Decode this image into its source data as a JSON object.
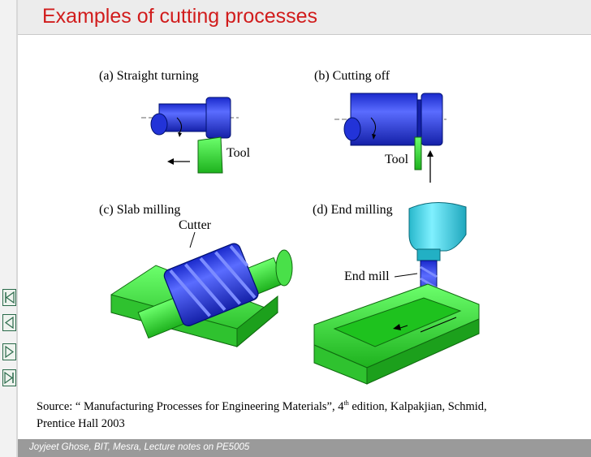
{
  "slide": {
    "title": "Examples of cutting processes"
  },
  "figure": {
    "panels": [
      {
        "label": "(a) Straight turning",
        "tool_label": "Tool"
      },
      {
        "label": "(b) Cutting off",
        "tool_label": "Tool"
      },
      {
        "label": "(c) Slab milling",
        "tool_label": "Cutter"
      },
      {
        "label": "(d) End milling",
        "tool_label": "End mill"
      }
    ]
  },
  "source": {
    "prefix": "Source: “ Manufacturing  Processes for Engineering Materials”, 4",
    "superscript": "th",
    "suffix": " edition, Kalpakjian, Schmid,",
    "line2": "Prentice Hall 2003"
  },
  "footer": {
    "text": "Joyjeet Ghose, BIT, Mesra,  Lecture notes on  PE5005"
  },
  "nav": {
    "buttons": [
      "first-slide",
      "previous-slide",
      "next-slide",
      "last-slide"
    ]
  },
  "colors": {
    "title": "#d11c1c",
    "workpiece": "#2e3ff0",
    "tool": "#22b322",
    "table": "#33e033",
    "end_mill_holder": "#39d6e6",
    "footer_bg": "#9a9a9a"
  }
}
